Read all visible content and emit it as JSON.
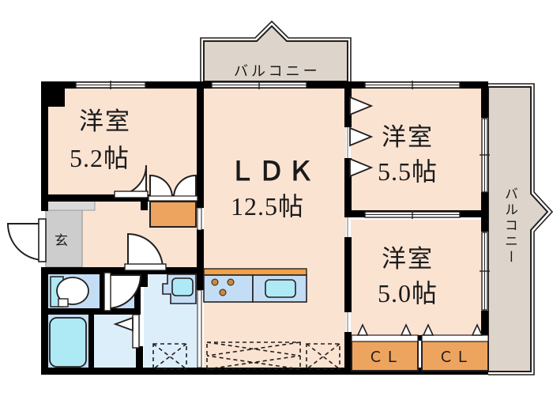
{
  "plan": {
    "title": "Apartment floor plan 3LDK",
    "colors": {
      "room_floor": "#fbe3d2",
      "wall": "#000000",
      "balcony": "#ddd5cb",
      "closet_orange": "#eda45f",
      "water_blue": "#c3ddf4",
      "tub_blue": "#aeeaf5",
      "genkan_gray": "#cdcdcd",
      "counter_orange": "#f0a14a",
      "line": "#231f1f"
    },
    "rooms": [
      {
        "id": "washitsu-52",
        "name": "洋室",
        "size": "5.2帖",
        "kind": "bedroom"
      },
      {
        "id": "ldk",
        "name": "ＬＤＫ",
        "size": "12.5帖",
        "kind": "living-dining-kitchen"
      },
      {
        "id": "washitsu-55",
        "name": "洋室",
        "size": "5.5帖",
        "kind": "bedroom"
      },
      {
        "id": "washitsu-50",
        "name": "洋室",
        "size": "5.0帖",
        "kind": "bedroom"
      }
    ],
    "labels": {
      "balcony_top": "バルコニー",
      "balcony_right": "バルコニー",
      "entrance": "玄",
      "closet_left": "ＣＬ",
      "closet_right": "ＣＬ",
      "ldk_name": "ＬＤＫ",
      "ldk_size": "12.5帖",
      "room1_name": "洋室",
      "room1_size": "5.2帖",
      "room2_name": "洋室",
      "room2_size": "5.5帖",
      "room3_name": "洋室",
      "room3_size": "5.0帖"
    },
    "fixtures": [
      {
        "id": "toilet",
        "label": "",
        "type": "toilet"
      },
      {
        "id": "bathtub",
        "label": "",
        "type": "bathtub"
      },
      {
        "id": "washbasin",
        "label": "",
        "type": "washbasin"
      },
      {
        "id": "kitchen-sink",
        "label": "",
        "type": "sink"
      },
      {
        "id": "kitchen-stove",
        "label": "",
        "type": "3-burner-stove"
      },
      {
        "id": "genkan",
        "label": "玄",
        "type": "entrance-step"
      }
    ]
  }
}
